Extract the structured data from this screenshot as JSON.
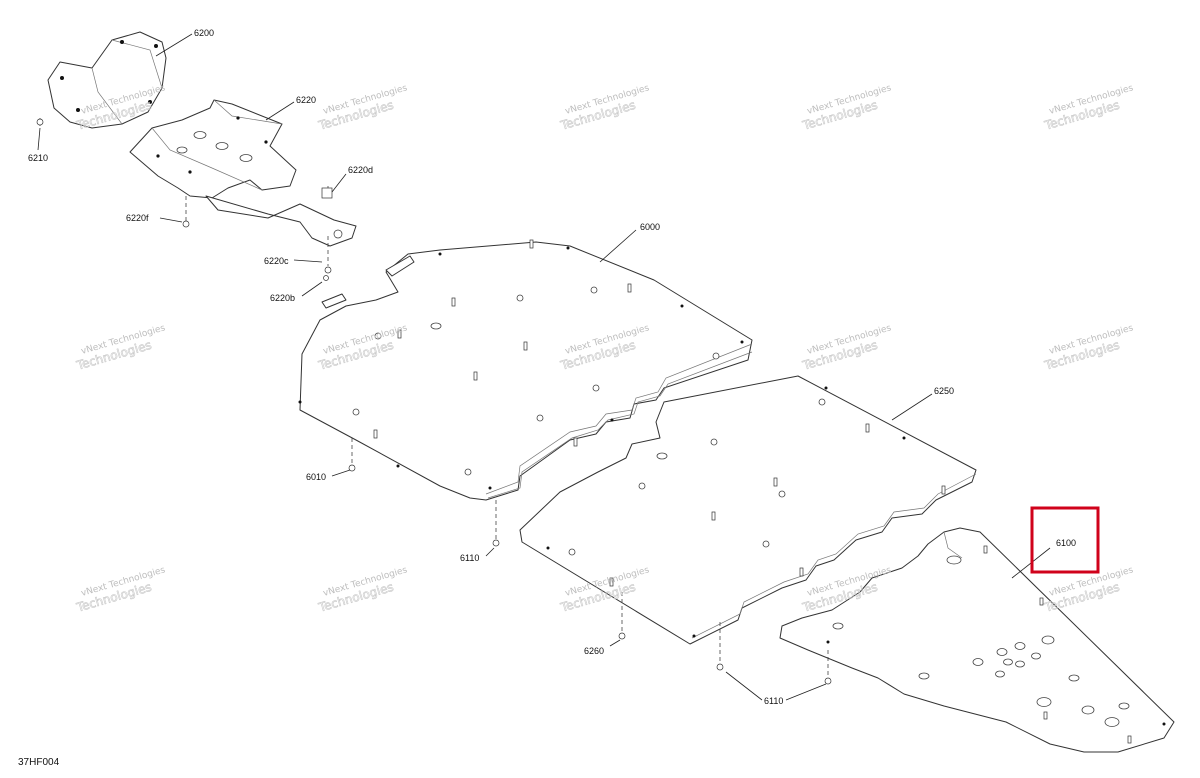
{
  "diagram_code": "37HF004",
  "watermark": {
    "line1": "vNext Technologies",
    "line2": "Technologies"
  },
  "callouts": {
    "p6200": "6200",
    "p6220": "6220",
    "p6210": "6210",
    "p6220d": "6220d",
    "p6220f": "6220f",
    "p6220c": "6220c",
    "p6220b": "6220b",
    "p6000": "6000",
    "p6010": "6010",
    "p6250": "6250",
    "p6110a": "6110",
    "p6100": "6100",
    "p6260": "6260",
    "p6110b": "6110"
  },
  "highlight": {
    "target": "6100",
    "color": "#d0021b"
  }
}
